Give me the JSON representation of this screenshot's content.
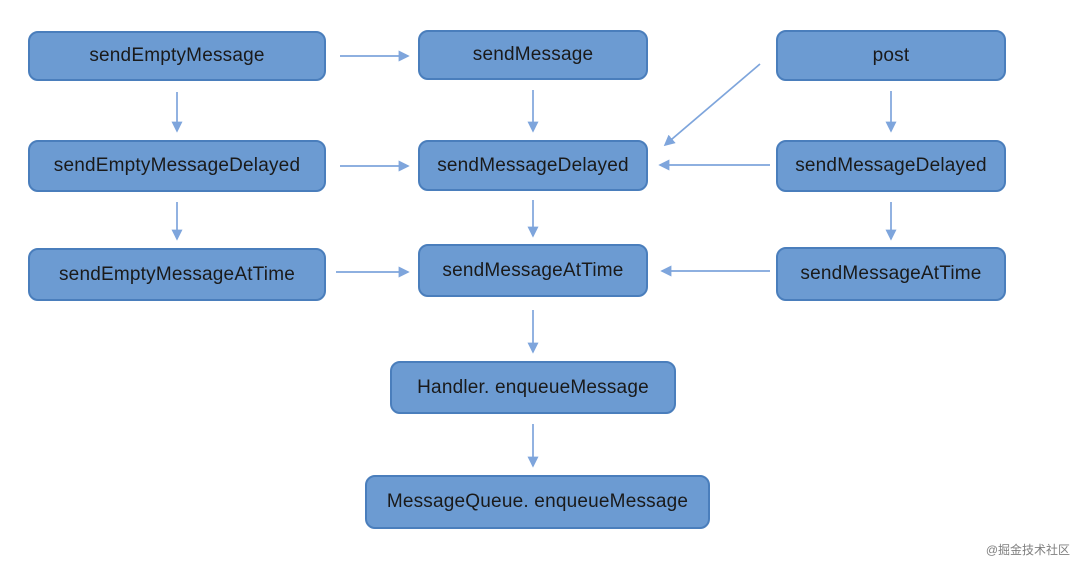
{
  "diagram": {
    "title": "Handler message sending call flow",
    "type": "flowchart"
  },
  "colors": {
    "background": "#ffffff",
    "node_fill": "#6C9BD2",
    "node_border": "#4A7EBC",
    "node_text": "#1a1a1a",
    "arrow": "#7EA5DC",
    "watermark_text": "#7f7f7f"
  },
  "nodes": [
    {
      "id": "sendEmptyMessage",
      "label": "sendEmptyMessage"
    },
    {
      "id": "sendMessage",
      "label": "sendMessage"
    },
    {
      "id": "post",
      "label": "post"
    },
    {
      "id": "sendEmptyMessageDelayed",
      "label": "sendEmptyMessageDelayed"
    },
    {
      "id": "sendMessageDelayed-center",
      "label": "sendMessageDelayed"
    },
    {
      "id": "sendMessageDelayed-right",
      "label": "sendMessageDelayed"
    },
    {
      "id": "sendEmptyMessageAtTime",
      "label": "sendEmptyMessageAtTime"
    },
    {
      "id": "sendMessageAtTime-center",
      "label": "sendMessageAtTime"
    },
    {
      "id": "sendMessageAtTime-right",
      "label": "sendMessageAtTime"
    },
    {
      "id": "handler-enqueueMessage",
      "label": "Handler. enqueueMessage"
    },
    {
      "id": "messagequeue-enqueueMessage",
      "label": "MessageQueue. enqueueMessage"
    }
  ],
  "edges": [
    {
      "from": "sendEmptyMessage",
      "to": "sendMessage"
    },
    {
      "from": "sendEmptyMessage",
      "to": "sendEmptyMessageDelayed"
    },
    {
      "from": "sendMessage",
      "to": "sendMessageDelayed-center"
    },
    {
      "from": "post",
      "to": "sendMessageDelayed-center"
    },
    {
      "from": "post",
      "to": "sendMessageDelayed-right"
    },
    {
      "from": "sendEmptyMessageDelayed",
      "to": "sendMessageDelayed-center"
    },
    {
      "from": "sendMessageDelayed-right",
      "to": "sendMessageDelayed-center"
    },
    {
      "from": "sendEmptyMessageDelayed",
      "to": "sendEmptyMessageAtTime"
    },
    {
      "from": "sendMessageDelayed-center",
      "to": "sendMessageAtTime-center"
    },
    {
      "from": "sendMessageDelayed-right",
      "to": "sendMessageAtTime-right"
    },
    {
      "from": "sendEmptyMessageAtTime",
      "to": "sendMessageAtTime-center"
    },
    {
      "from": "sendMessageAtTime-right",
      "to": "sendMessageAtTime-center"
    },
    {
      "from": "sendMessageAtTime-center",
      "to": "handler-enqueueMessage"
    },
    {
      "from": "handler-enqueueMessage",
      "to": "messagequeue-enqueueMessage"
    }
  ],
  "watermark": {
    "text": "@掘金技术社区"
  }
}
